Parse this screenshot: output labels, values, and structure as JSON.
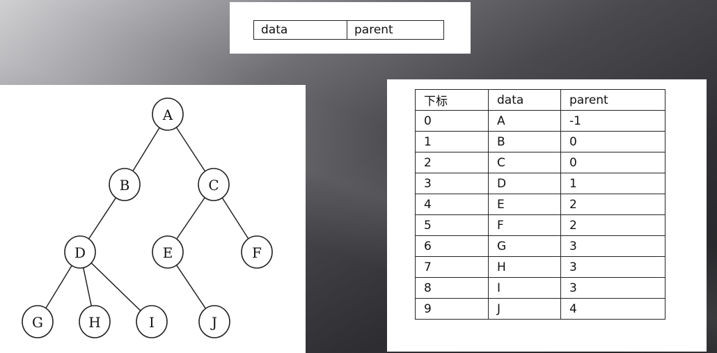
{
  "node_structure": {
    "field1": "data",
    "field2": "parent"
  },
  "tree": {
    "nodes": [
      {
        "id": "A",
        "label": "A"
      },
      {
        "id": "B",
        "label": "B"
      },
      {
        "id": "C",
        "label": "C"
      },
      {
        "id": "D",
        "label": "D"
      },
      {
        "id": "E",
        "label": "E"
      },
      {
        "id": "F",
        "label": "F"
      },
      {
        "id": "G",
        "label": "G"
      },
      {
        "id": "H",
        "label": "H"
      },
      {
        "id": "I",
        "label": "I"
      },
      {
        "id": "J",
        "label": "J"
      }
    ],
    "edges": [
      [
        "A",
        "B"
      ],
      [
        "A",
        "C"
      ],
      [
        "B",
        "D"
      ],
      [
        "C",
        "E"
      ],
      [
        "C",
        "F"
      ],
      [
        "D",
        "G"
      ],
      [
        "D",
        "H"
      ],
      [
        "D",
        "I"
      ],
      [
        "E",
        "J"
      ]
    ]
  },
  "table": {
    "headers": [
      "下标",
      "data",
      "parent"
    ],
    "rows": [
      [
        "0",
        "A",
        "-1"
      ],
      [
        "1",
        "B",
        "0"
      ],
      [
        "2",
        "C",
        "0"
      ],
      [
        "3",
        "D",
        "1"
      ],
      [
        "4",
        "E",
        "2"
      ],
      [
        "5",
        "F",
        "2"
      ],
      [
        "6",
        "G",
        "3"
      ],
      [
        "7",
        "H",
        "3"
      ],
      [
        "8",
        "I",
        "3"
      ],
      [
        "9",
        "J",
        "4"
      ]
    ]
  }
}
